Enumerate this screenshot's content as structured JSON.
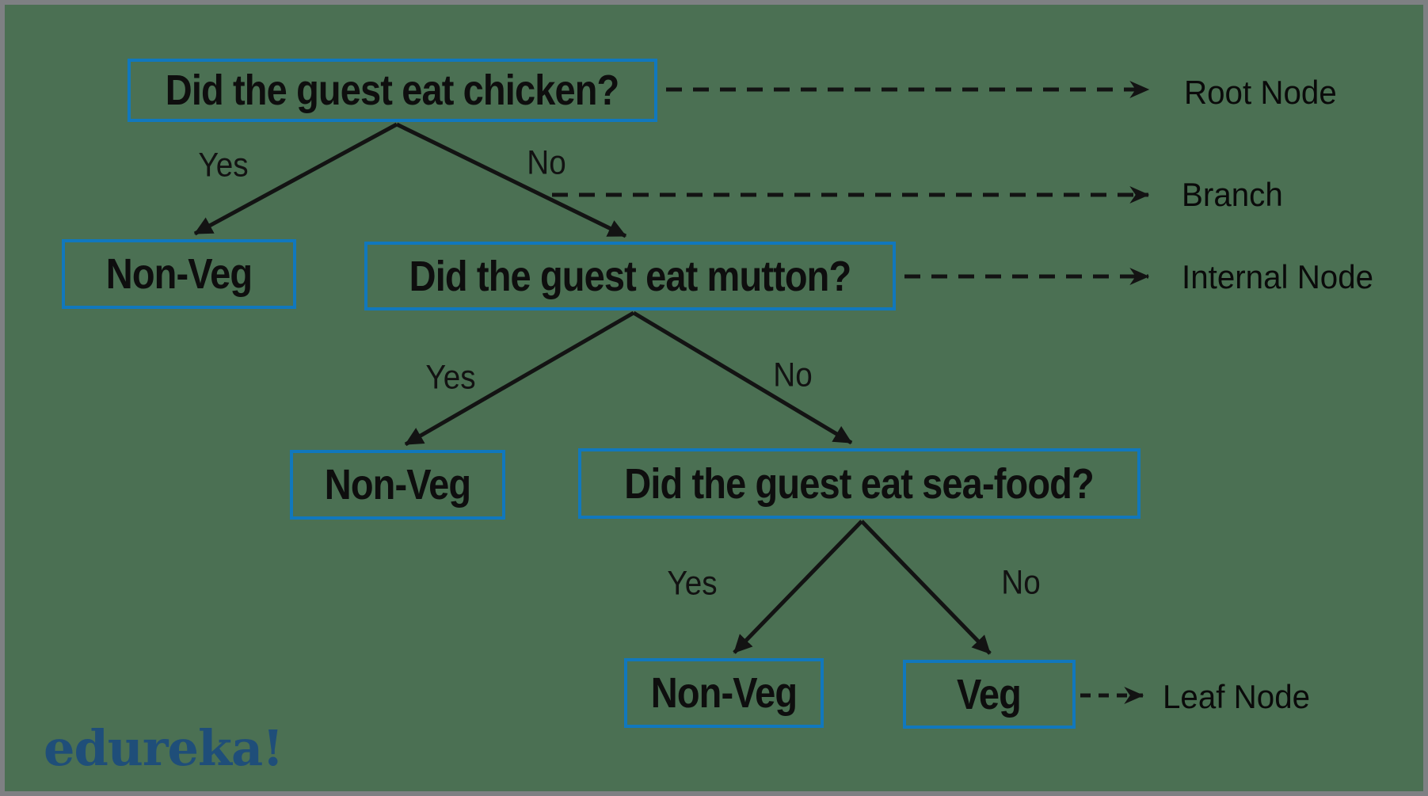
{
  "diagram": {
    "title_hint": "decision-tree",
    "nodes": {
      "root": {
        "label": "Did the guest eat chicken?"
      },
      "nonveg_l2": {
        "label": "Non-Veg"
      },
      "mutton": {
        "label": "Did the guest eat mutton?"
      },
      "nonveg_l3": {
        "label": "Non-Veg"
      },
      "seafood": {
        "label": "Did the guest eat sea-food?"
      },
      "nonveg_leaf": {
        "label": "Non-Veg"
      },
      "veg_leaf": {
        "label": "Veg"
      }
    },
    "edges": {
      "root_yes": "Yes",
      "root_no": "No",
      "mutton_yes": "Yes",
      "mutton_no": "No",
      "seafood_yes": "Yes",
      "seafood_no": "No"
    },
    "annotations": {
      "root_node": "Root Node",
      "branch": "Branch",
      "internal_node": "Internal Node",
      "leaf_node": "Leaf Node"
    }
  },
  "logo": {
    "text": "edureka!"
  },
  "colors": {
    "background": "#4b7053",
    "frame_border": "#7e8083",
    "node_border": "#1178bd",
    "line": "#131313",
    "text": "#0e0e0e",
    "logo": "#1f4e79"
  }
}
